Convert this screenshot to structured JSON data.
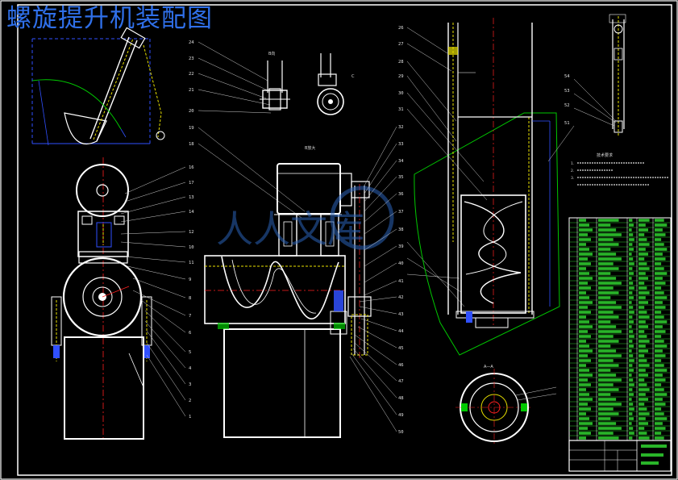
{
  "title": "螺旋提升机装配图",
  "view_labels": [
    "B向",
    "C",
    "A—A",
    "B放大",
    "技术要求"
  ],
  "left_callouts": [
    "16",
    "17",
    "13",
    "14",
    "12",
    "10",
    "11",
    "9",
    "8",
    "7",
    "6",
    "5",
    "4",
    "3",
    "2",
    "1"
  ],
  "mid_callouts": [
    "24",
    "23",
    "22",
    "21",
    "20",
    "19",
    "18"
  ],
  "right_callouts": [
    "26",
    "27",
    "28",
    "29",
    "30",
    "31",
    "32",
    "33",
    "34",
    "35",
    "36",
    "37",
    "38",
    "39",
    "40",
    "41",
    "42",
    "43",
    "44",
    "45",
    "46",
    "47",
    "48",
    "49",
    "50"
  ],
  "detail_callouts": [
    "54",
    "53",
    "52",
    "51"
  ],
  "tech_requirements": [
    "1.",
    "2.",
    "3."
  ],
  "watermark_text": "人人文库",
  "colors": {
    "background": "#000000",
    "drawing_white": "#ffffff",
    "leader_lines": "#cccccc",
    "title_blue": "#2f6fe8",
    "contour_green": "#00c800",
    "yellow_dash": "#e8e000",
    "red_center": "#ff2020",
    "blue_dim": "#3050ff",
    "table_green": "#2ec82e"
  }
}
